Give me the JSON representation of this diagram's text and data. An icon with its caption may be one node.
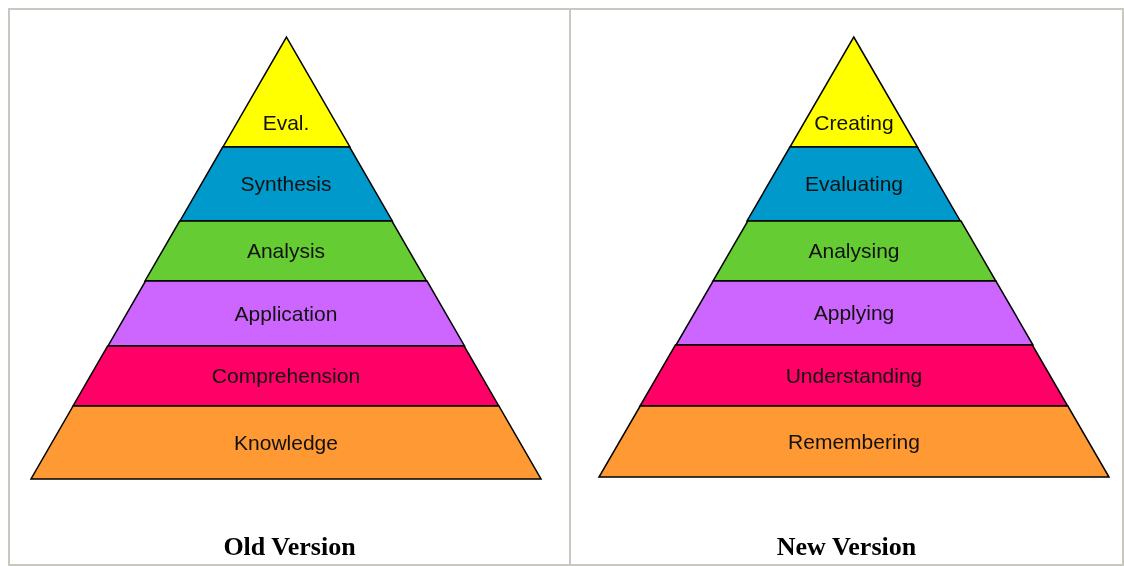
{
  "diagram": {
    "nodes": [
      {
        "text": [
          "Old Version"
        ]
      },
      {
        "text": [
          "Eval."
        ],
        "in": 0
      },
      {
        "text": [
          "Synthesis"
        ],
        "in": 0
      },
      {
        "text": [
          "Analysis"
        ],
        "in": 0
      },
      {
        "text": [
          "Application"
        ],
        "in": 0
      },
      {
        "text": [
          "Comprehension"
        ],
        "in": 0
      },
      {
        "text": [
          "Knowledge"
        ],
        "in": 0
      },
      {
        "text": [
          "New Version"
        ]
      },
      {
        "text": [
          "Creating"
        ],
        "in": 7
      },
      {
        "text": [
          "Evaluating"
        ],
        "in": 7
      },
      {
        "text": [
          "Analysing"
        ],
        "in": 7
      },
      {
        "text": [
          "Applying"
        ],
        "in": 7
      },
      {
        "text": [
          "Understanding"
        ],
        "in": 7
      },
      {
        "text": [
          "Remembering"
        ],
        "in": 7
      }
    ],
    "edges": []
  }
}
